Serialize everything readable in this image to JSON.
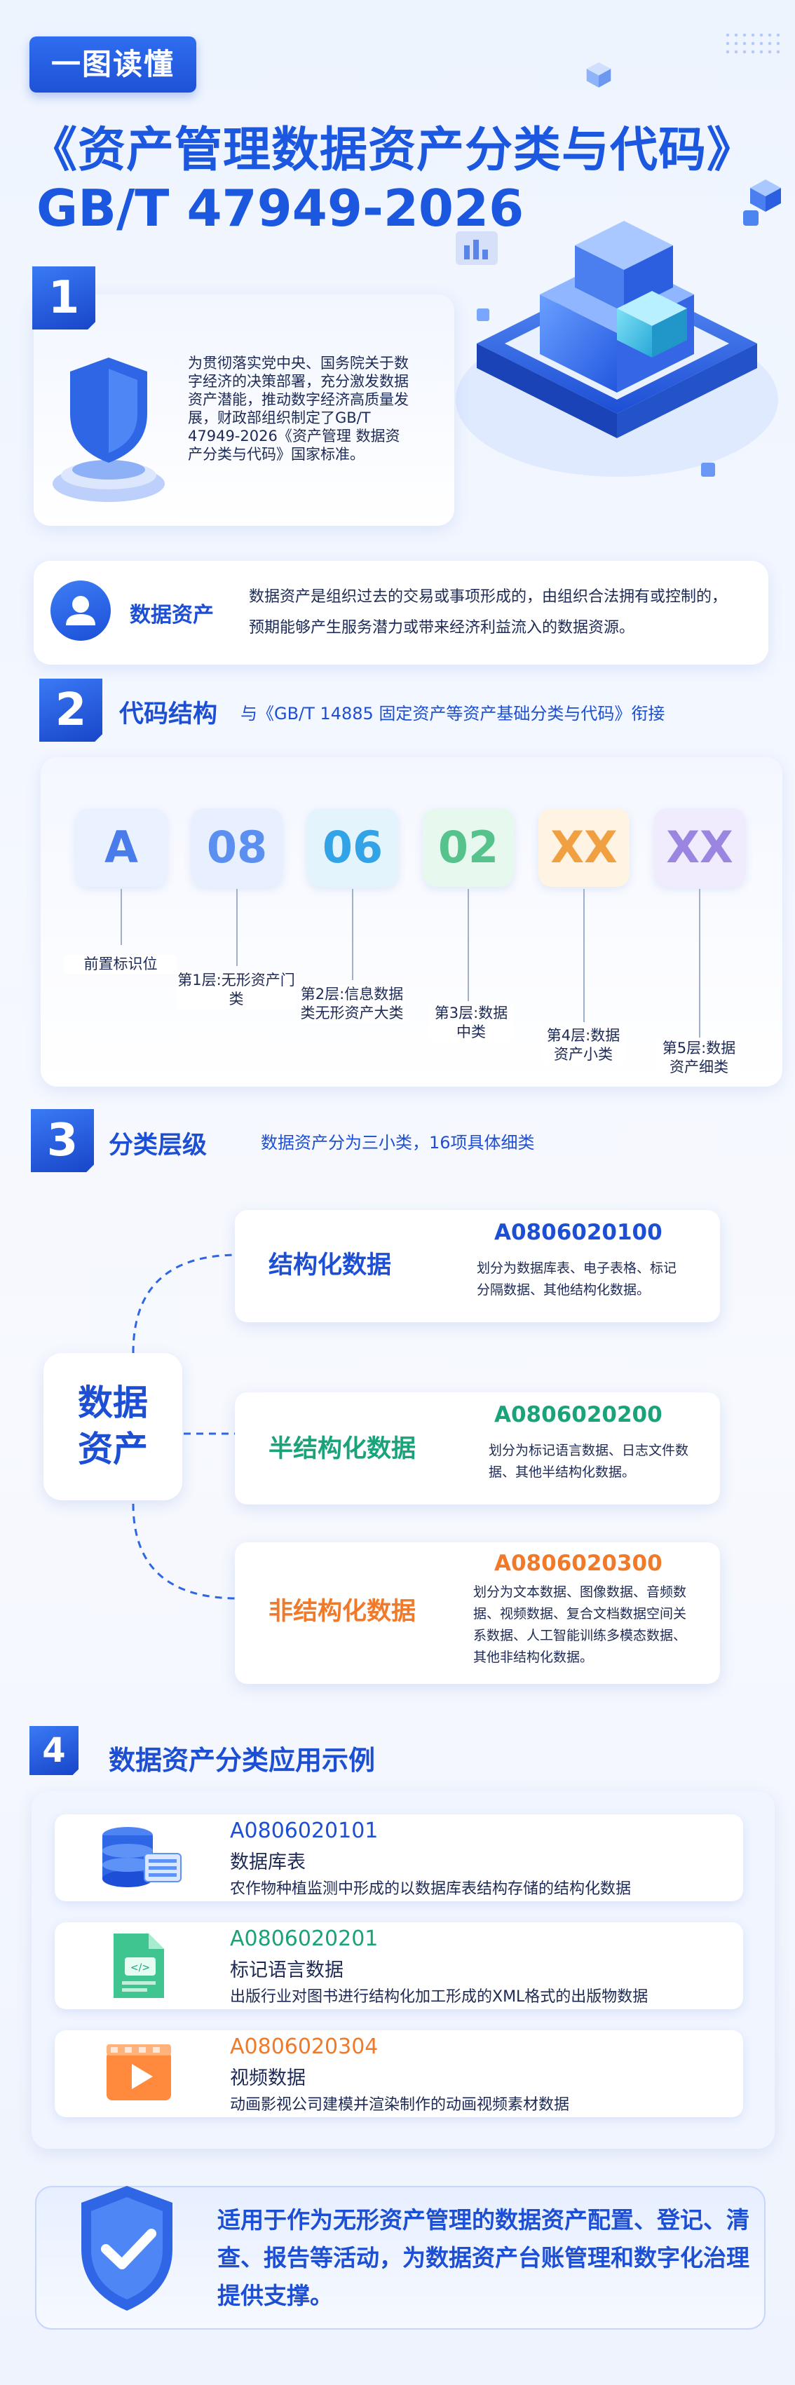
{
  "header": {
    "tag": "一图读懂",
    "title_line1": "《资产管理数据资产分类与代码》",
    "title_line2": "GB/T 47949-2026"
  },
  "section1": {
    "number": "1",
    "intro": "为贯彻落实党中央、国务院关于数字经济的决策部署，充分激发数据资产潜能，推动数字经济高质量发展，财政部组织制定了GB/T 47949-2026《资产管理 数据资产分类与代码》国家标准。",
    "definition_label": "数据资产",
    "definition_text": "数据资产是组织过去的交易或事项形成的，由组织合法拥有或控制的，预期能够产生服务潜力或带来经济利益流入的数据资源。"
  },
  "section2": {
    "number": "2",
    "title": "代码结构",
    "subtitle": "与《GB/T 14885 固定资产等资产基础分类与代码》衔接",
    "codes": [
      {
        "code": "A",
        "label": "前置标识位",
        "color": "#4a7bea",
        "bg": "#eaf1ff"
      },
      {
        "code": "08",
        "label": "第1层:无形资产门类",
        "color": "#5b8ff0",
        "bg": "#e8f0ff"
      },
      {
        "code": "06",
        "label": "第2层:信息数据类无形资产大类",
        "color": "#33a3e8",
        "bg": "#e4f4fd"
      },
      {
        "code": "02",
        "label": "第3层:数据中类",
        "color": "#56c28c",
        "bg": "#e7f8ef"
      },
      {
        "code": "XX",
        "label": "第4层:数据资产小类",
        "color": "#f0a040",
        "bg": "#fff3e3"
      },
      {
        "code": "XX",
        "label": "第5层:数据资产细类",
        "color": "#9a86e0",
        "bg": "#f0ecfd"
      }
    ]
  },
  "section3": {
    "number": "3",
    "title": "分类层级",
    "subtitle": "数据资产分为三小类，16项具体细类",
    "center_line1": "数据",
    "center_line2": "资产",
    "categories": [
      {
        "name": "结构化数据",
        "code": "A0806020100",
        "desc": "划分为数据库表、电子表格、标记分隔数据、其他结构化数据。",
        "color": "#1c4fd4"
      },
      {
        "name": "半结构化数据",
        "code": "A0806020200",
        "desc": "划分为标记语言数据、日志文件数据、其他半结构化数据。",
        "color": "#1aa37a"
      },
      {
        "name": "非结构化数据",
        "code": "A0806020300",
        "desc": "划分为文本数据、图像数据、音频数据、视频数据、复合文档数据空间关系数据、人工智能训练多模态数据、其他非结构化数据。",
        "color": "#f07a2a"
      }
    ]
  },
  "section4": {
    "number": "4",
    "title": "数据资产分类应用示例",
    "examples": [
      {
        "code": "A0806020101",
        "name": "数据库表",
        "desc": "农作物种植监测中形成的以数据库表结构存储的结构化数据",
        "color": "#1c4fd4",
        "icon": "database-icon"
      },
      {
        "code": "A0806020201",
        "name": "标记语言数据",
        "desc": "出版行业对图书进行结构化加工形成的XML格式的出版物数据",
        "color": "#1aa37a",
        "icon": "xml-file-icon"
      },
      {
        "code": "A0806020304",
        "name": "视频数据",
        "desc": "动画影视公司建模并渲染制作的动画视频素材数据",
        "color": "#f07a2a",
        "icon": "video-icon"
      }
    ]
  },
  "footer": {
    "text": "适用于作为无形资产管理的数据资产配置、登记、清查、报告等活动，为数据资产台账管理和数字化治理提供支撑。"
  }
}
